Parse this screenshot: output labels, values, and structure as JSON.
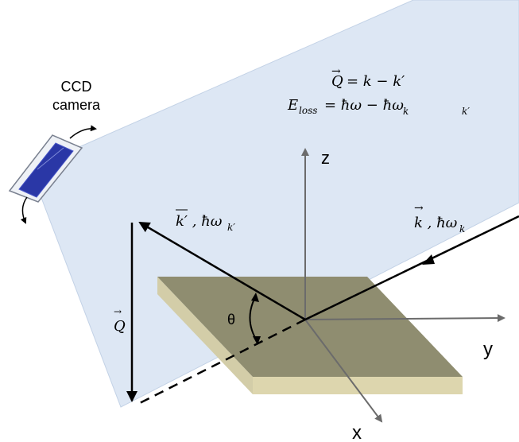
{
  "camera": {
    "label_line1": "CCD",
    "label_line2": "camera"
  },
  "equations": {
    "momentum_lhs": "Q",
    "momentum_rhs": "= k − k′",
    "energy_lhs": "E",
    "energy_sub": "loss",
    "energy_rhs": "=  ħω  − ħω",
    "energy_sub1": "k",
    "energy_sub2": "k′"
  },
  "axes": {
    "x": "x",
    "y": "y",
    "z": "z"
  },
  "vectors": {
    "incident": "k , ħω",
    "incident_sub": "k",
    "scattered": "k′ , ħω",
    "scattered_sub": "k′",
    "transfer": "Q"
  },
  "angle_label": "θ",
  "colors": {
    "scattering_plane": "#dde7f4",
    "sample_top": "#8e8c6e",
    "sample_side": "#d8d0a4",
    "axis": "#6b6b6b",
    "beam": "#000000"
  }
}
